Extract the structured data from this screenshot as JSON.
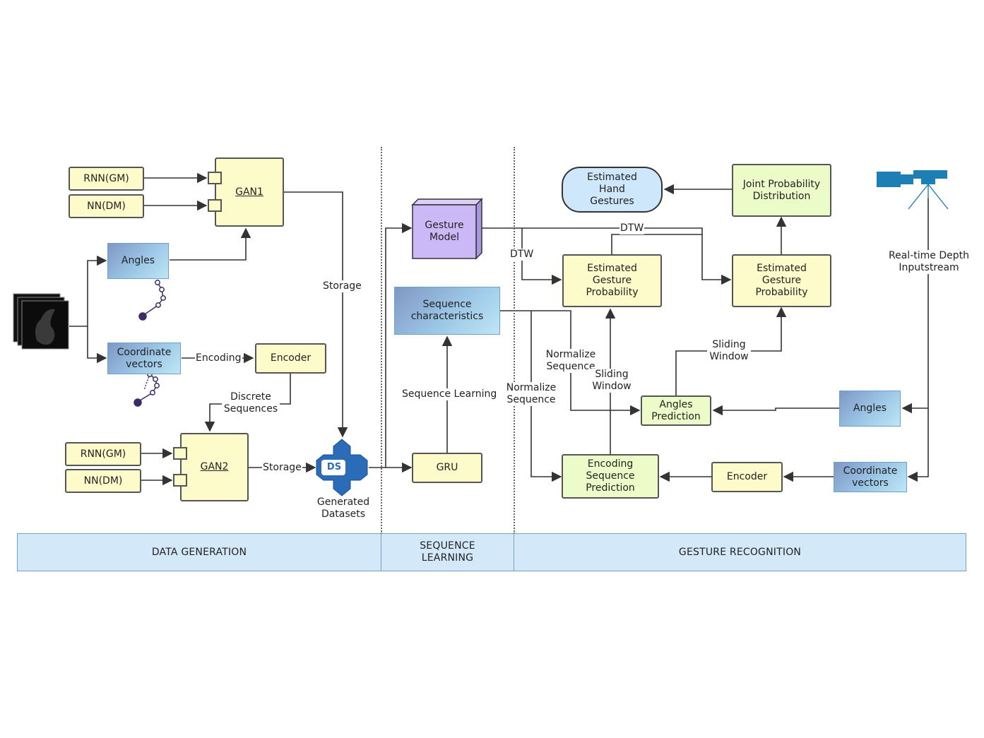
{
  "data_generation": {
    "rnn_gm_top": "RNN(GM)",
    "nn_dm_top": "NN(DM)",
    "gan1": "GAN1",
    "angles": "Angles",
    "coordinate_vectors": "Coordinate\nvectors",
    "encoding": "Encoding",
    "encoder": "Encoder",
    "discrete_sequences": "Discrete\nSequences",
    "storage_top": "Storage",
    "rnn_gm_bottom": "RNN(GM)",
    "nn_dm_bottom": "NN(DM)",
    "gan2": "GAN2",
    "storage_bottom": "Storage",
    "ds_logo": "DS",
    "generated_datasets": "Generated\nDatasets"
  },
  "sequence_learning": {
    "gesture_model": "Gesture\nModel",
    "sequence_characteristics": "Sequence\ncharacteristics",
    "sequence_learning_label": "Sequence Learning",
    "gru": "GRU"
  },
  "gesture_recognition": {
    "estimated_hand_gestures": "Estimated\nHand\nGestures",
    "joint_probability": "Joint Probability\nDistribution",
    "estimated_prob_left": "Estimated\nGesture\nProbability",
    "estimated_prob_right": "Estimated\nGesture\nProbability",
    "dtw_top": "DTW",
    "dtw_left": "DTW",
    "normalize_sequence_1": "Normalize\nSequence",
    "normalize_sequence_2": "Normalize\nSequence",
    "sliding_window_1": "Sliding\nWindow",
    "sliding_window_2": "Sliding\nWindow",
    "angles_prediction": "Angles\nPrediction",
    "angles": "Angles",
    "encoding_sequence_prediction": "Encoding\nSequence\nPrediction",
    "encoder": "Encoder",
    "coordinate_vectors": "Coordinate\nvectors",
    "realtime_input": "Real-time Depth\nInputstream"
  },
  "bands": {
    "data_generation": "DATA GENERATION",
    "sequence_learning": "SEQUENCE\nLEARNING",
    "gesture_recognition": "GESTURE RECOGNITION"
  },
  "colors": {
    "box_yellow": "#fdfbc9",
    "box_green": "#ecfcc8",
    "box_purple": "#cbb8f6",
    "band_blue": "#d3e8f8",
    "ds_blue": "#2a6cb8",
    "camera_blue": "#1d7fb3"
  },
  "icons": [
    "depth-frames-icon",
    "skeleton-joints-icon",
    "dataset-store-icon",
    "depth-camera-icon"
  ]
}
